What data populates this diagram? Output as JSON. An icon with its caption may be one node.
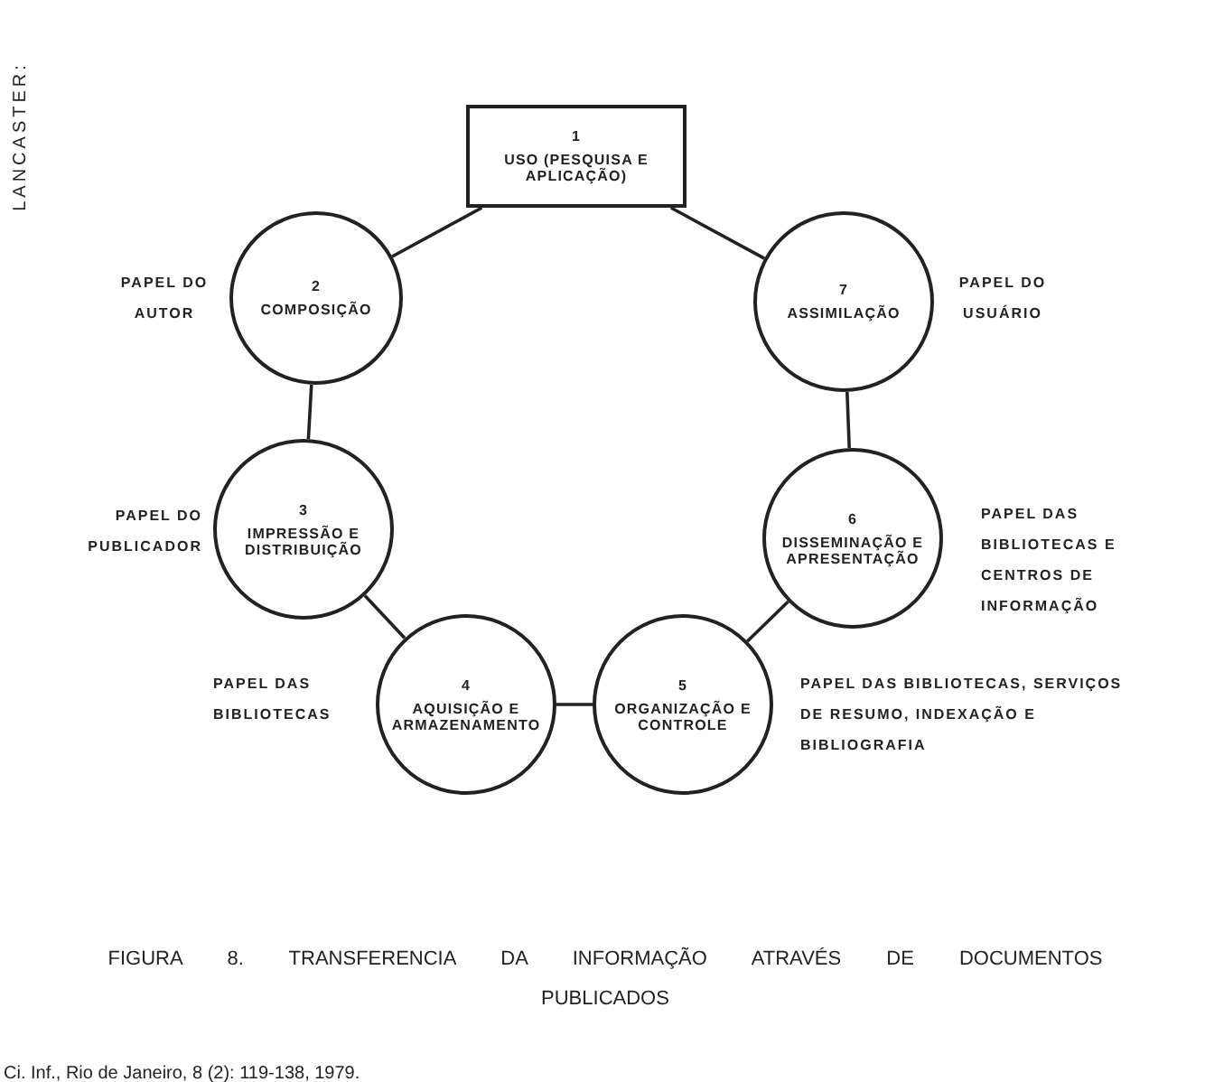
{
  "diagram": {
    "caption": "FIGURA 8. TRANSFERENCIA DA INFORMAÇÃO ATRAVÉS DE DOCUMENTOS PUBLICADOS",
    "nodes": [
      {
        "text": [
          "1",
          "USO (PESQUISA E APLICAÇÃO)"
        ]
      },
      {
        "text": [
          "2",
          "COMPOSIÇÃO"
        ],
        "beside": [
          "PAPEL DO AUTOR"
        ]
      },
      {
        "text": [
          "3",
          "IMPRESSÃO E DISTRIBUIÇÃO"
        ],
        "beside": [
          "PAPEL DO PUBLICADOR"
        ]
      },
      {
        "text": [
          "4",
          "AQUISIÇÃO E ARMAZENAMENTO"
        ],
        "beside": [
          "PAPEL DAS BIBLIOTECAS"
        ]
      },
      {
        "text": [
          "5",
          "ORGANIZAÇÃO E CONTROLE"
        ],
        "beside": [
          "PAPEL DAS BIBLIOTECAS, SERVIÇOS DE RESUMO, INDEXAÇÃO E BIBLIOGRAFIA"
        ]
      },
      {
        "text": [
          "6",
          "DISSEMINAÇÃO E APRESENTAÇÃO"
        ],
        "beside": [
          "PAPEL DAS BIBLIOTECAS E CENTROS DE INFORMAÇÃO"
        ]
      },
      {
        "text": [
          "7",
          "ASSIMILAÇÃO"
        ],
        "beside": [
          "PAPEL DO USUÁRIO"
        ]
      }
    ],
    "edges": [
      {
        "from": 0,
        "to": 1,
        "arrow": "none"
      },
      {
        "from": 1,
        "to": 2,
        "arrow": "none"
      },
      {
        "from": 2,
        "to": 3,
        "arrow": "none"
      },
      {
        "from": 3,
        "to": 4,
        "arrow": "none"
      },
      {
        "from": 4,
        "to": 5,
        "arrow": "none"
      },
      {
        "from": 5,
        "to": 6,
        "arrow": "none"
      },
      {
        "from": 6,
        "to": 0,
        "arrow": "none"
      }
    ],
    "labels": [
      "LANCASTER:",
      "Ci. Inf., Rio de Janeiro, 8 (2): 119-138, 1979."
    ]
  }
}
